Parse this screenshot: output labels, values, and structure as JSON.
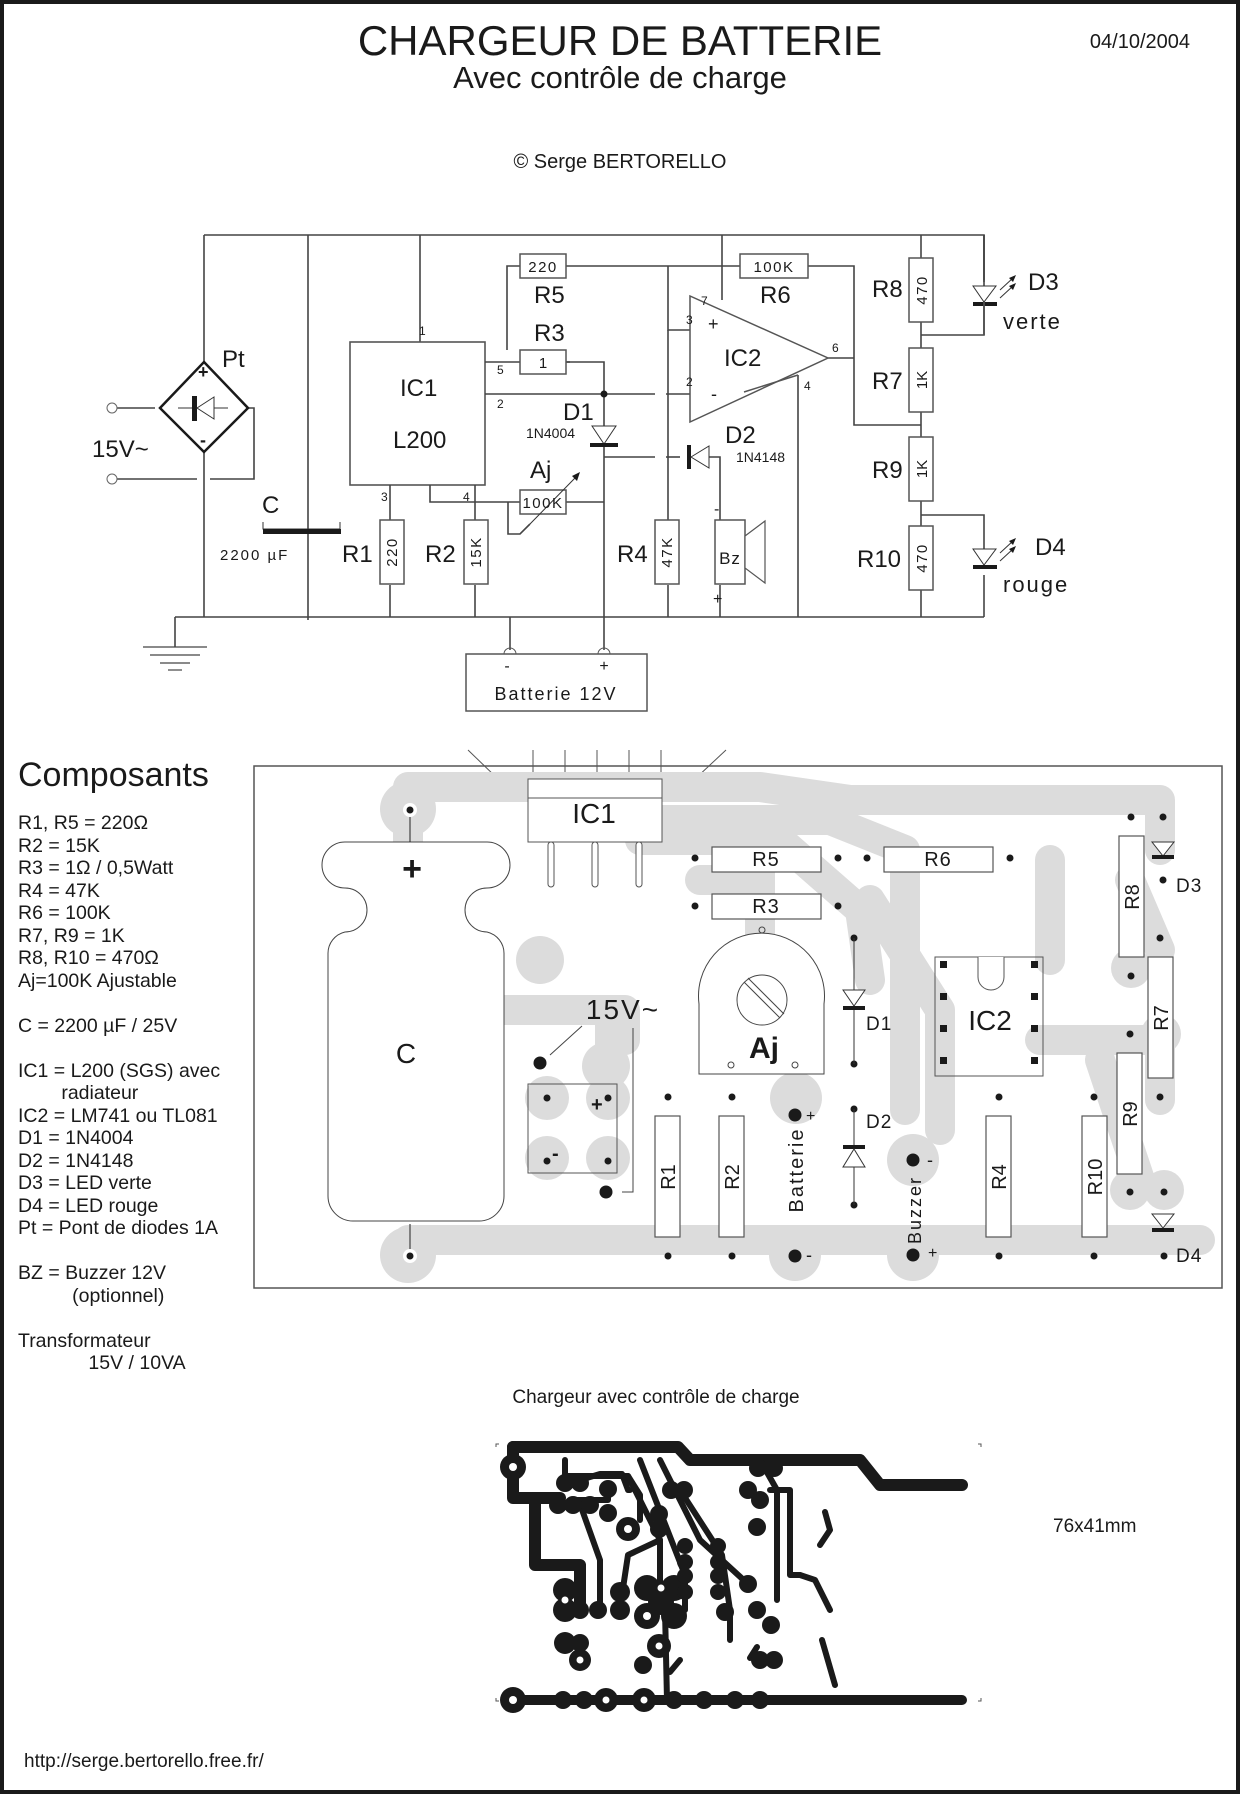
{
  "header": {
    "title": "CHARGEUR DE BATTERIE",
    "subtitle": "Avec contrôle de charge",
    "date": "04/10/2004",
    "copyright": "© Serge BERTORELLO"
  },
  "schematic": {
    "supply_label": "15V~",
    "bridge": {
      "name": "Pt",
      "plus": "+",
      "minus": "-"
    },
    "capacitor": {
      "name": "C",
      "value": "2200 µF"
    },
    "ic1": {
      "name": "IC1",
      "part": "L200",
      "pins": [
        "1",
        "5",
        "2",
        "3",
        "4"
      ]
    },
    "ic2": {
      "name": "IC2",
      "pins": [
        "7",
        "3",
        "2",
        "6",
        "4"
      ],
      "plus": "+",
      "minus": "-"
    },
    "resistors": [
      {
        "name": "R1",
        "value": "220"
      },
      {
        "name": "R2",
        "value": "15K"
      },
      {
        "name": "R3",
        "value": "1"
      },
      {
        "name": "R4",
        "value": "47K"
      },
      {
        "name": "R5",
        "value": "220"
      },
      {
        "name": "R6",
        "value": "100K"
      },
      {
        "name": "R7",
        "value": "1K"
      },
      {
        "name": "R8",
        "value": "470"
      },
      {
        "name": "R9",
        "value": "1K"
      },
      {
        "name": "R10",
        "value": "470"
      }
    ],
    "trimmer": {
      "name": "Aj",
      "value": "100K"
    },
    "d1": {
      "name": "D1",
      "part": "1N4004"
    },
    "d2": {
      "name": "D2",
      "part": "1N4148"
    },
    "d3": {
      "name": "D3",
      "color": "verte"
    },
    "d4": {
      "name": "D4",
      "color": "rouge"
    },
    "buzzer": {
      "name": "Bz",
      "minus": "-",
      "plus": "+"
    },
    "battery": {
      "label": "Batterie 12V",
      "minus": "-",
      "plus": "+"
    }
  },
  "components": {
    "title": "Composants",
    "lines": [
      "R1, R5 = 220Ω",
      "R2 = 15K",
      "R3 = 1Ω / 0,5Watt",
      "R4 = 47K",
      "R6 = 100K",
      "R7, R9 = 1K",
      "R8, R10 = 470Ω",
      "Aj=100K Ajustable",
      "",
      "C = 2200 µF / 25V",
      "",
      "IC1 = L200 (SGS) avec",
      "        radiateur",
      "IC2 = LM741 ou TL081",
      "D1 = 1N4004",
      "D2 = 1N4148",
      "D3 = LED verte",
      "D4 = LED rouge",
      "Pt = Pont de diodes 1A",
      "",
      "BZ = Buzzer 12V",
      "          (optionnel)",
      "",
      "Transformateur",
      "             15V / 10VA"
    ]
  },
  "layout_board": {
    "ic1": "IC1",
    "ic2": "IC2",
    "c": "C",
    "c_plus": "+",
    "supply": "15V~",
    "bridge_plus": "+",
    "bridge_minus": "-",
    "r1": "R1",
    "r2": "R2",
    "r3": "R3",
    "r4": "R4",
    "r5": "R5",
    "r6": "R6",
    "r7": "R7",
    "r8": "R8",
    "r9": "R9",
    "r10": "R10",
    "aj": "Aj",
    "d1": "D1",
    "d2": "D2",
    "d3": "D3",
    "d4": "D4",
    "battery": "Batterie",
    "battery_plus": "+",
    "battery_minus": "-",
    "buzzer": "Buzzer",
    "buzzer_minus": "-",
    "buzzer_plus": "+"
  },
  "pcb": {
    "title": "Chargeur avec contrôle de charge",
    "size": "76x41mm"
  },
  "footer": {
    "url": "http://serge.bertorello.free.fr/"
  },
  "colors": {
    "ink": "#1a1a1a",
    "copper_layout": "#dcdcdc",
    "pcb_trace": "#1a1a1a"
  }
}
